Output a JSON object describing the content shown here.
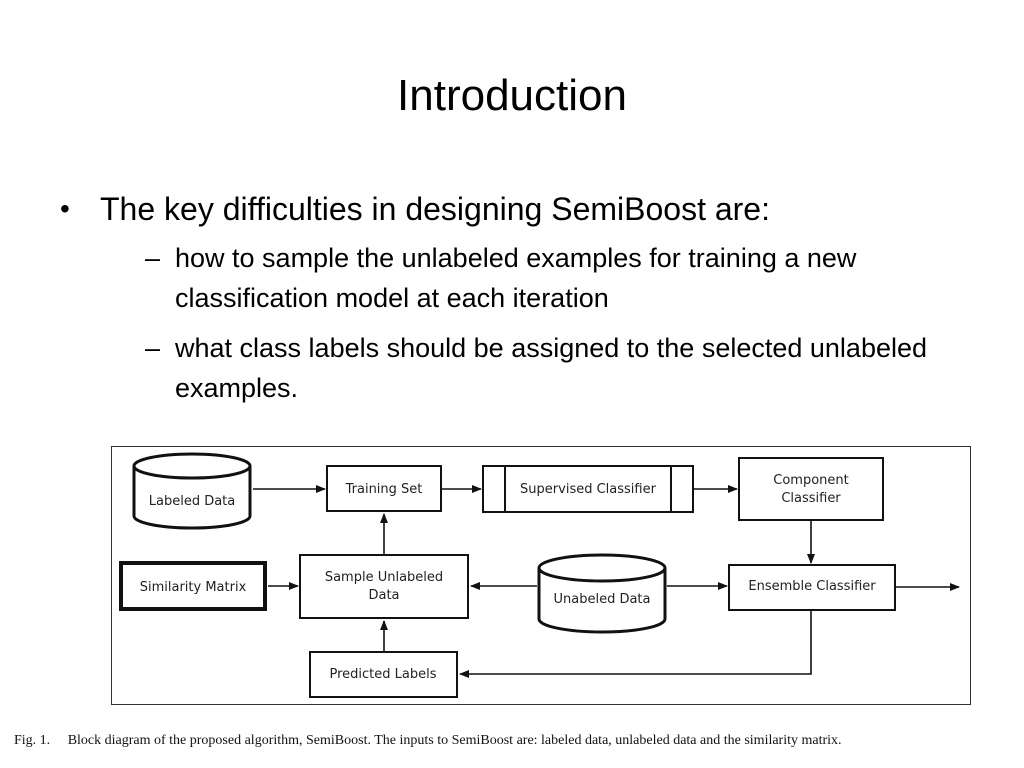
{
  "slide": {
    "title": "Introduction",
    "bullet_main": "The key difficulties in designing SemiBoost are:",
    "sub_bullets": [
      "how to sample the unlabeled examples for training a new classification model at each iteration",
      "what class labels should be assigned to the selected unlabeled examples."
    ]
  },
  "diagram": {
    "nodes": {
      "labeled_data": "Labeled Data",
      "training_set": "Training Set",
      "supervised_classifier": "Supervised Classifier",
      "component_classifier_line1": "Component",
      "component_classifier_line2": "Classifier",
      "similarity_matrix": "Similarity Matrix",
      "sample_unlabeled_line1": "Sample Unlabeled",
      "sample_unlabeled_line2": "Data",
      "unabeled_data": "Unabeled Data",
      "ensemble_classifier": "Ensemble Classifier",
      "predicted_labels": "Predicted Labels"
    }
  },
  "caption": {
    "fig_label": "Fig. 1.",
    "text": "Block diagram of the proposed algorithm, SemiBoost. The inputs to SemiBoost are: labeled data, unlabeled data and the similarity matrix."
  }
}
